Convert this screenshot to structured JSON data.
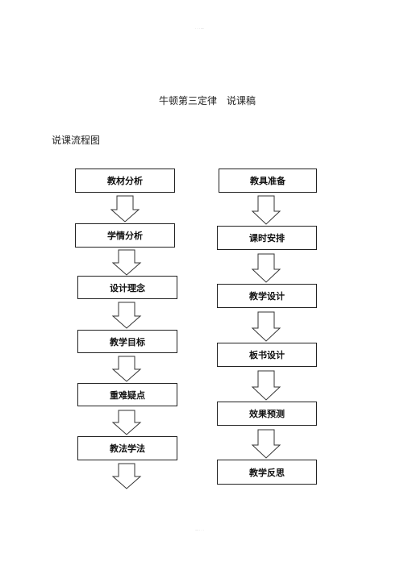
{
  "page_header": "···—",
  "page_footer": "—···",
  "title": "牛顿第三定律　说课稿",
  "section_title": "说课流程图",
  "flowchart": {
    "left_column": [
      "教材分析",
      "学情分析",
      "设计理念",
      "教学目标",
      "重难疑点",
      "教法学法"
    ],
    "right_column": [
      "教具准备",
      "课时安排",
      "教学设计",
      "板书设计",
      "效果预测",
      "教学反思"
    ]
  }
}
